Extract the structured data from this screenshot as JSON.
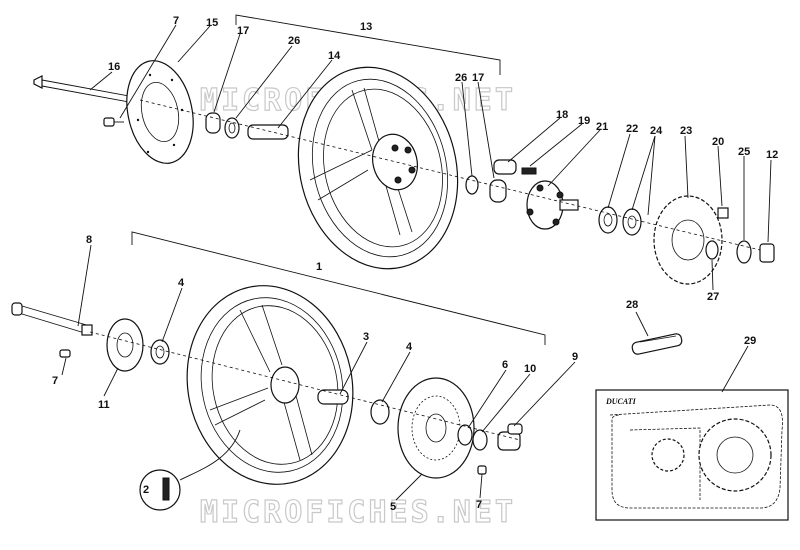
{
  "watermarks": [
    "MICROFICHES.NET",
    "MICROFICHES.NET"
  ],
  "brand": "DUCATI",
  "callouts": {
    "c1": "1",
    "c2": "2",
    "c3": "3",
    "c4a": "4",
    "c4b": "4",
    "c5": "5",
    "c6": "6",
    "c7a": "7",
    "c7b": "7",
    "c7c": "7",
    "c8": "8",
    "c9": "9",
    "c10": "10",
    "c11": "11",
    "c12": "12",
    "c13": "13",
    "c14": "14",
    "c15": "15",
    "c16": "16",
    "c17a": "17",
    "c17b": "17",
    "c18": "18",
    "c19": "19",
    "c20": "20",
    "c21": "21",
    "c22": "22",
    "c23": "23",
    "c24": "24",
    "c25": "25",
    "c26a": "26",
    "c26b": "26",
    "c27": "27",
    "c28": "28",
    "c29": "29"
  }
}
